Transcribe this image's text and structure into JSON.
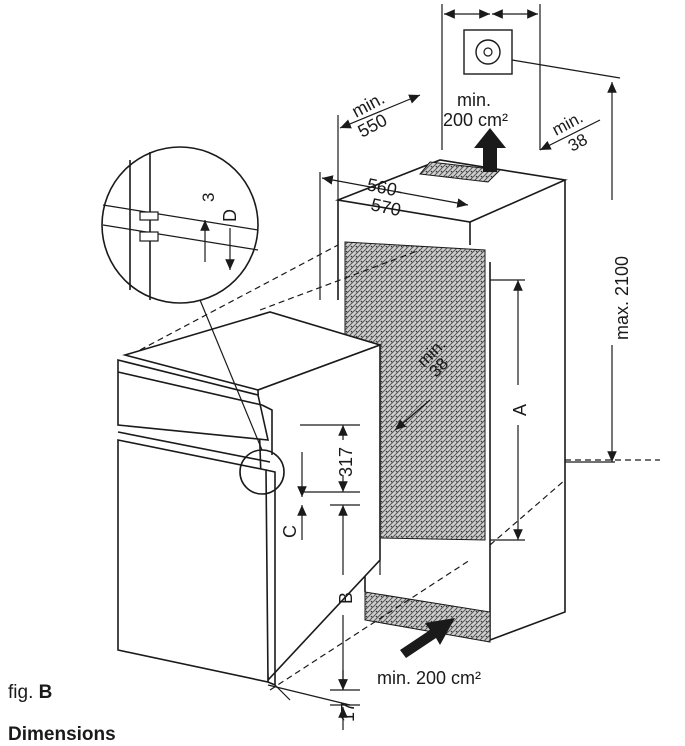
{
  "labels": {
    "depth_min_prefix": "min.",
    "depth_min_value": "550",
    "vent_top_prefix": "min.",
    "vent_top_value": "200 cm²",
    "gap_min_prefix": "min.",
    "gap_min_value": "38",
    "width_range_top": "560-",
    "width_range_bottom": "570",
    "height_max": "max. 2100",
    "rear_min_prefix": "min.",
    "rear_min_value": "38",
    "dim_a": "A",
    "dim_b": "B",
    "dim_c": "C",
    "dim_d": "D",
    "dim_317": "317",
    "dim_3": "3",
    "dim_17": "17",
    "vent_bottom": "min. 200 cm²"
  },
  "caption": {
    "prefix": "fig.",
    "letter": "B"
  },
  "section_title": "Dimensions"
}
